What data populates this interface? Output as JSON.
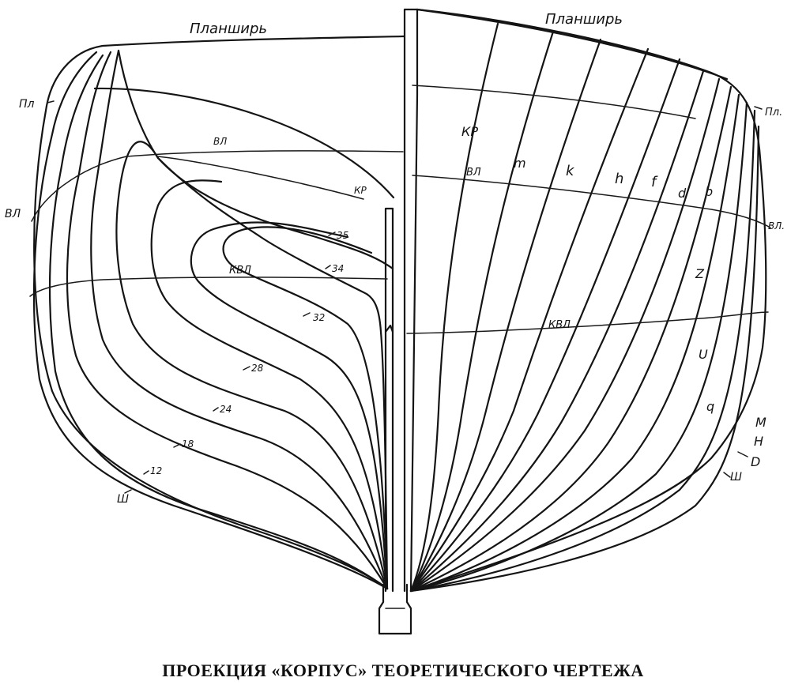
{
  "caption": "ПРОЕКЦИЯ «КОРПУС» ТЕОРЕТИЧЕСКОГО ЧЕРТЕЖА",
  "left_half": {
    "labels": {
      "gunwale": "Планширь",
      "sheer": "Пл",
      "waterline_side": "ВЛ",
      "waterline": "ВЛ",
      "deck_edge": "КР",
      "design_waterline": "КВЛ",
      "station_35": "35",
      "station_34": "34",
      "station_32": "32",
      "station_28": "28",
      "station_24": "24",
      "station_18": "18",
      "station_12": "12",
      "midship": "Ш"
    }
  },
  "right_half": {
    "labels": {
      "gunwale": "Планширь",
      "sheer": "Пл.",
      "waterline_side": "ВЛ.",
      "waterline": "ВЛ",
      "deck_edge": "КР",
      "design_waterline": "КВЛ",
      "frame_m": "m",
      "frame_k": "k",
      "frame_h": "h",
      "frame_f": "f",
      "frame_d": "d",
      "frame_b": "b",
      "frame_z": "Z",
      "frame_u": "U",
      "frame_q": "q",
      "frame_M": "M",
      "frame_H": "H",
      "frame_D": "D",
      "midship": "Ш"
    }
  }
}
